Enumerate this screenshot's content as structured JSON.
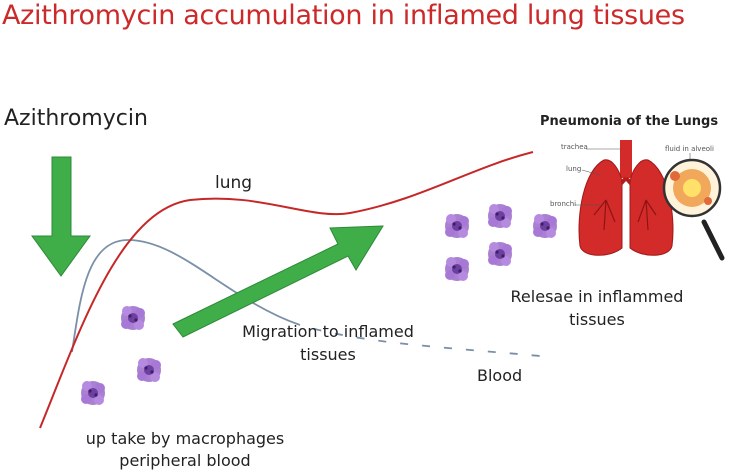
{
  "title": "Azithromycin accumulation in inflamed lung tissues",
  "drug_label": "Azithromycin",
  "curves": {
    "lung_label": "lung",
    "blood_label": "Blood"
  },
  "annotations": {
    "migration": "Migration to inflamed tissues",
    "release": "Relesae in inflammed tissues",
    "uptake": "up take by macrophages peripheral blood"
  },
  "inset": {
    "title": "Pneumonia of the Lungs",
    "labels": {
      "trachea": "trachea",
      "fluid": "fluid in alveoli",
      "lung": "lung",
      "bronchi": "bronchi"
    }
  },
  "colors": {
    "title": "#cc2a2a",
    "lung_curve": "#c62828",
    "blood_curve": "#7a8fa8",
    "arrow": "#3fae49",
    "macrophage": "#9b6bc9",
    "lung_tissue": "#d32a2a"
  }
}
